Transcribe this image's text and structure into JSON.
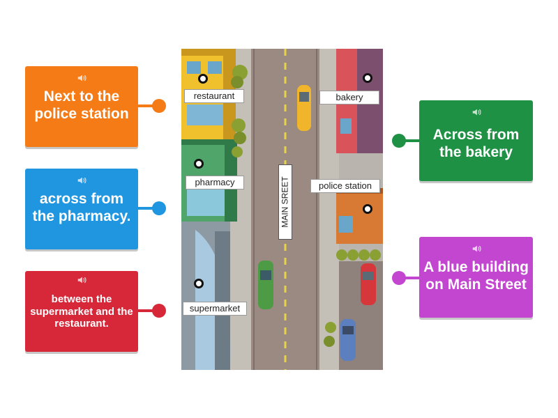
{
  "left_cards": [
    {
      "text": "Next to the police station",
      "color": "#f47b16"
    },
    {
      "text": "across from the pharmacy.",
      "color": "#2196e0"
    },
    {
      "text": "between the supermarket and the restaurant.",
      "color": "#d62839"
    }
  ],
  "right_cards": [
    {
      "text": "Across from the bakery",
      "color": "#1e9145"
    },
    {
      "text": "A blue building on Main Street",
      "color": "#c246cf"
    }
  ],
  "map": {
    "street_name": "MAIN SREET",
    "places": {
      "restaurant": "restaurant",
      "bakery": "bakery",
      "pharmacy": "pharmacy",
      "police_station": "police station",
      "supermarket": "supermarket"
    }
  },
  "icons": {
    "card_audio": "speaker-icon",
    "connector": "dot-icon",
    "map_pin": "location-pin-icon"
  }
}
